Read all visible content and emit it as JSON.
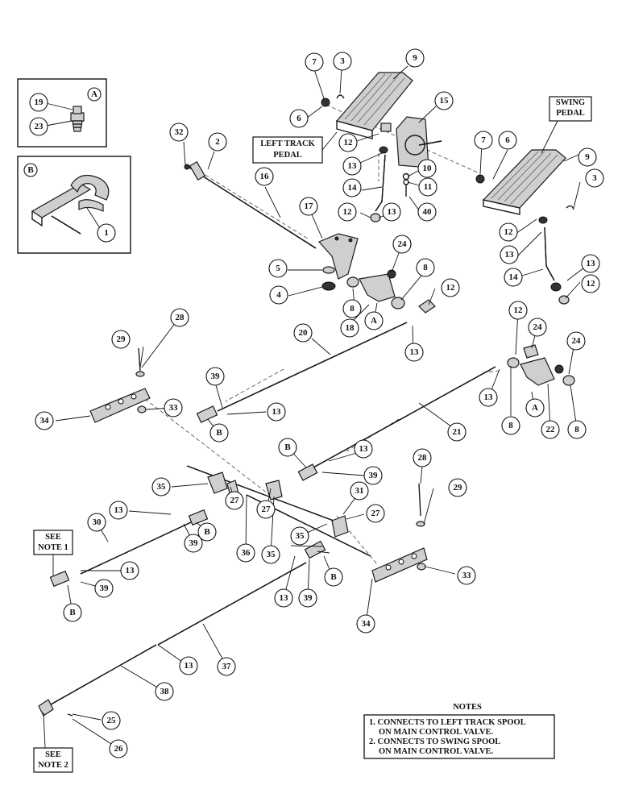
{
  "insets": {
    "a": {
      "tag": "A",
      "parts": [
        "19",
        "23"
      ]
    },
    "b": {
      "tag": "B",
      "parts": [
        "1"
      ]
    }
  },
  "callouts": {
    "left_track_pedal": [
      "LEFT TRACK",
      "PEDAL"
    ],
    "swing_pedal": [
      "SWING",
      "PEDAL"
    ],
    "see_note_1": [
      "SEE",
      "NOTE 1"
    ],
    "see_note_2": [
      "SEE",
      "NOTE 2"
    ]
  },
  "notes": {
    "title": "NOTES",
    "line1": "1. CONNECTS TO LEFT TRACK SPOOL",
    "line2": "ON MAIN CONTROL VALVE.",
    "line3": "2. CONNECTS TO SWING SPOOL",
    "line4": "ON MAIN CONTROL VALVE."
  },
  "part_numbers": {
    "p7a": "7",
    "p3a": "3",
    "p9a": "9",
    "p6a": "6",
    "p15": "15",
    "p32": "32",
    "p2": "2",
    "p12a": "12",
    "p13a": "13",
    "p16": "16",
    "p7b": "7",
    "p6b": "6",
    "p9b": "9",
    "p10": "10",
    "p11": "11",
    "p14a": "14",
    "p40": "40",
    "p3b": "3",
    "p17": "17",
    "p12b": "12",
    "p13b": "13",
    "p12c": "12",
    "p24a": "24",
    "p5": "5",
    "p8a": "8",
    "p13c": "13",
    "p4": "4",
    "p8b": "8",
    "p12d": "12",
    "p14b": "14",
    "p12e": "12",
    "p18": "18",
    "pAa": "A",
    "p28a": "28",
    "p29a": "29",
    "p20": "20",
    "p13d": "13",
    "p12f": "12",
    "p24b": "24",
    "p24c": "24",
    "p39a": "39",
    "p13e": "13",
    "p13f": "13",
    "pBa": "B",
    "p34a": "34",
    "p33a": "33",
    "p21": "21",
    "p8c": "8",
    "pAb": "A",
    "p22": "22",
    "p8d": "8",
    "pBb": "B",
    "p13g": "13",
    "p39b": "39",
    "p28b": "28",
    "p35a": "35",
    "p29b": "29",
    "p31": "31",
    "p13h": "13",
    "p27a": "27",
    "p30": "30",
    "p27b": "27",
    "p27c": "27",
    "p39c": "39",
    "pBc": "B",
    "p35b": "35",
    "p36": "36",
    "p35c": "35",
    "p13i": "13",
    "p39d": "39",
    "pBd": "B",
    "p33b": "33",
    "p34b": "34",
    "p13j": "13",
    "p39e": "39",
    "pBe": "B",
    "p13k": "13",
    "p37": "37",
    "p38": "38",
    "p25": "25",
    "p26": "26"
  }
}
